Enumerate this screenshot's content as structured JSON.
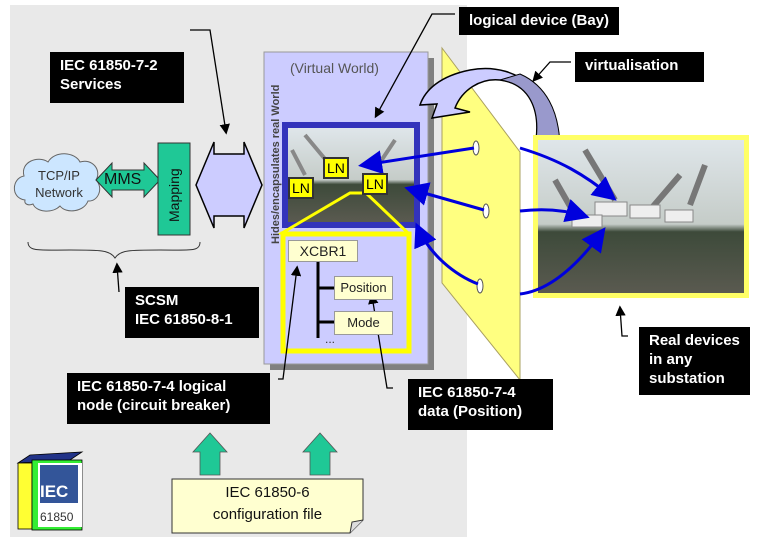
{
  "labels": {
    "services": "IEC 61850-7-2\nServices",
    "services_line1": "IEC 61850-7-2",
    "services_line2": "Services",
    "logical_device": "logical device (Bay)",
    "virtualisation": "virtualisation",
    "scsm_line1": "SCSM",
    "scsm_line2": "IEC 61850-8-1",
    "logical_node_line1": "IEC 61850-7-4 logical",
    "logical_node_line2": "node (circuit breaker)",
    "data_line1": "IEC 61850-7-4",
    "data_line2": "data (Position)",
    "real_devices_line1": "Real devices",
    "real_devices_line2": "in any",
    "real_devices_line3": "substation"
  },
  "virtual_world": {
    "title": "(Virtual World)",
    "side_caption": "Hides/encapsulates real World",
    "ln_badges": [
      "LN",
      "LN",
      "LN"
    ],
    "node_name": "XCBR1",
    "data_items": [
      "Position",
      "Mode"
    ],
    "ellipsis": "..."
  },
  "communication": {
    "network": "TCP/IP Network",
    "protocol": "MMS",
    "mapping": "Mapping"
  },
  "config_file": {
    "line1": "IEC 61850-6",
    "line2": "configuration file"
  },
  "binder": {
    "logo": "IEC",
    "number": "61850"
  },
  "colors": {
    "background_panel": "#e9e9e9",
    "virtual_panel": "#ccccff",
    "bay_border": "#3333bb",
    "highlight_yellow": "#ffff00",
    "plane_yellow": "#ffff80",
    "teal": "#1fc896",
    "link_blue": "#0000dd",
    "label_bg": "#000000"
  }
}
